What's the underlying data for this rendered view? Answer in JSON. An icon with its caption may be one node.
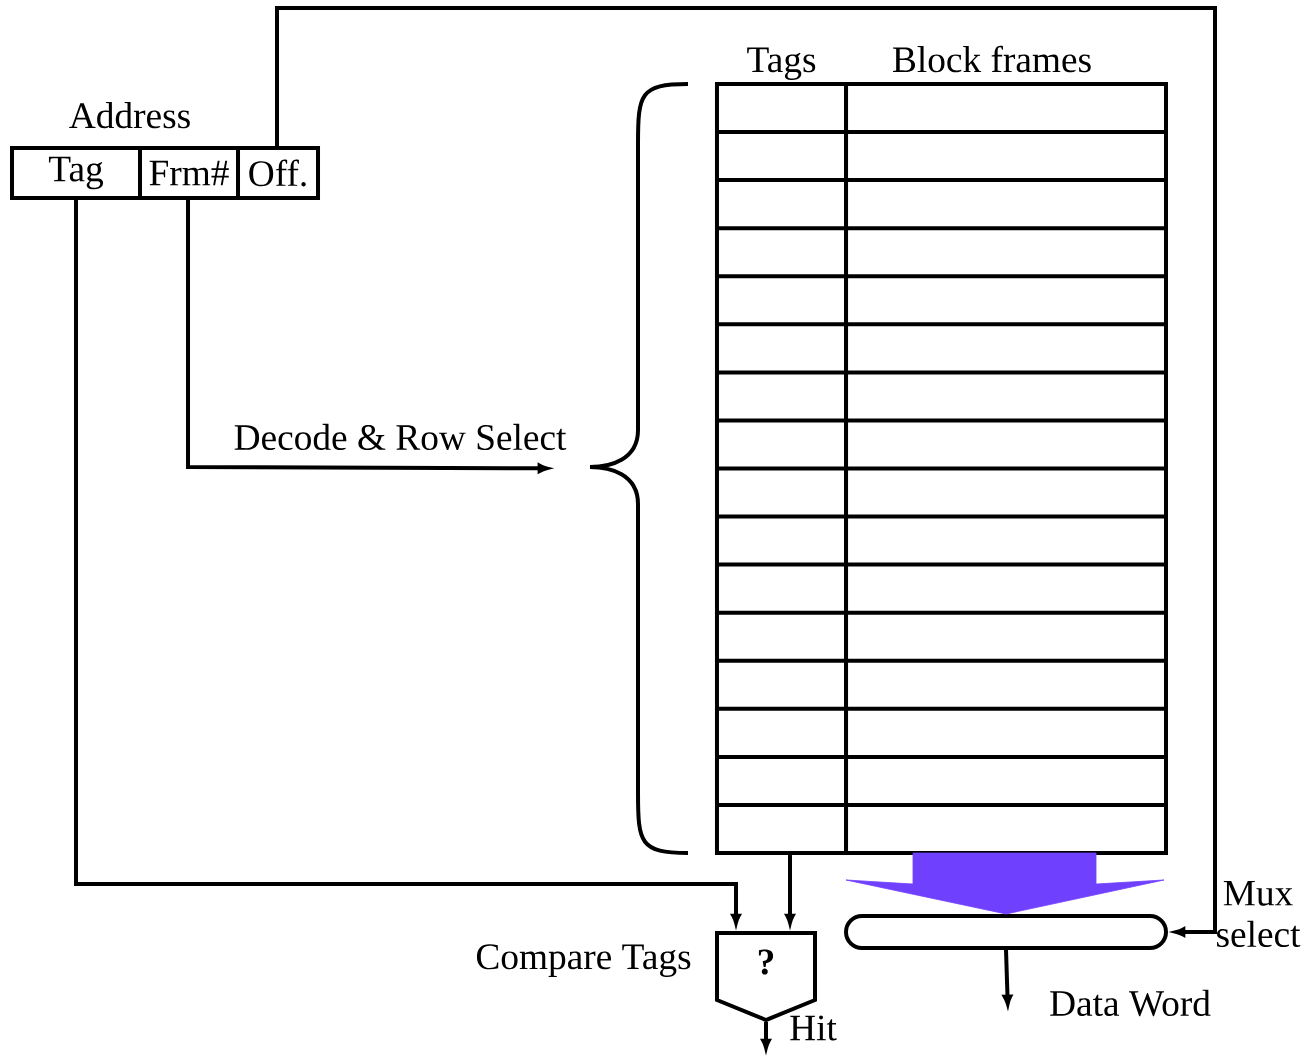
{
  "diagram": {
    "nodes": [
      {
        "text": [
          "Address"
        ]
      },
      {
        "text": [
          "Tag"
        ],
        "in": 0
      },
      {
        "text": [
          "Frm#"
        ],
        "in": 0
      },
      {
        "text": [
          "Off."
        ],
        "in": 0
      },
      {
        "text": [
          "Tags"
        ]
      },
      {
        "text": [
          "Block frames"
        ]
      },
      {
        "text": [],
        "shape": "brace"
      },
      {
        "text": [
          "?"
        ],
        "beside": [
          "Compare Tags"
        ]
      },
      {
        "text": [],
        "shape": "box"
      }
    ],
    "edges": [
      {
        "from": 3,
        "to": 8,
        "arrow": "to",
        "label": "Mux select"
      },
      {
        "from": 2,
        "to": 6,
        "arrow": "to",
        "label": "Decode & Row Select"
      },
      {
        "from": 1,
        "to": 7,
        "arrow": "to"
      },
      {
        "from": 4,
        "to": 7,
        "arrow": "to"
      },
      {
        "from": 5,
        "to": 8,
        "arrow": "to",
        "style": "thick",
        "color": "#7040ff"
      },
      {
        "from": 7,
        "to": null,
        "arrow": "to",
        "label": "Hit"
      },
      {
        "from": 8,
        "to": null,
        "arrow": "to",
        "label": "Data Word"
      }
    ]
  }
}
